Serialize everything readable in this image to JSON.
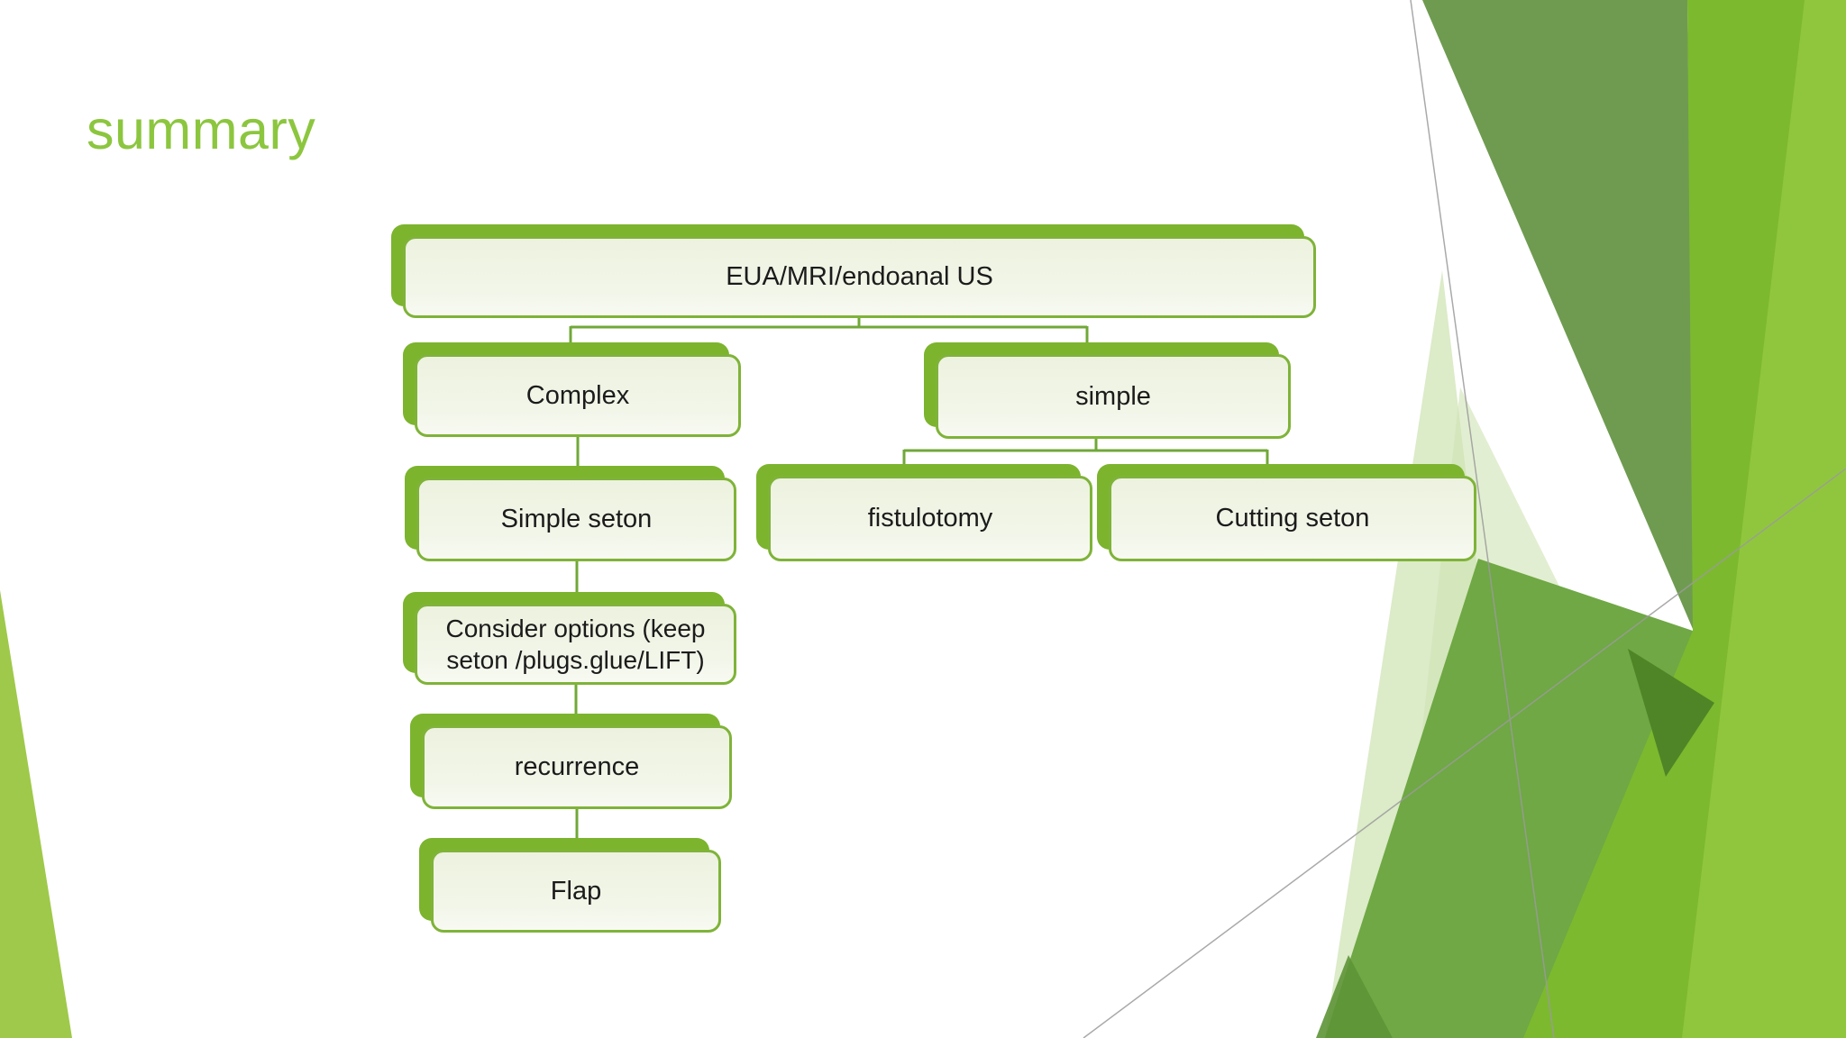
{
  "slide": {
    "title": "summary"
  },
  "flowchart": {
    "root": {
      "label": "EUA/MRI/endoanal US",
      "children": [
        {
          "label": "Complex",
          "children": [
            {
              "label": "Simple seton",
              "children": [
                {
                  "label": "Consider options (keep seton /plugs.glue/LIFT)",
                  "children": [
                    {
                      "label": "recurrence",
                      "children": [
                        {
                          "label": "Flap",
                          "children": []
                        }
                      ]
                    }
                  ]
                }
              ]
            }
          ]
        },
        {
          "label": "simple",
          "children": [
            {
              "label": "fistulotomy",
              "children": []
            },
            {
              "label": "Cutting seton",
              "children": []
            }
          ]
        }
      ]
    }
  },
  "colors": {
    "title_green": "#8cc63f",
    "node_back_green": "#7cb42e",
    "node_border_green": "#7fb339",
    "node_fill_light": "#f1f5e7",
    "connector_green": "#71a839",
    "decor_olive": "#6f9b50",
    "decor_bright": "#7cb92f",
    "decor_light": "#90c63e",
    "decor_pale": "#dcebc8",
    "decor_pale2": "#cfe2b3",
    "decor_medium": "#6fa844",
    "decor_dark": "#4f8526",
    "decor_dark2": "#5d9336",
    "decor_wedge": "#9fc94a",
    "line_gray": "#9b9b9b"
  }
}
